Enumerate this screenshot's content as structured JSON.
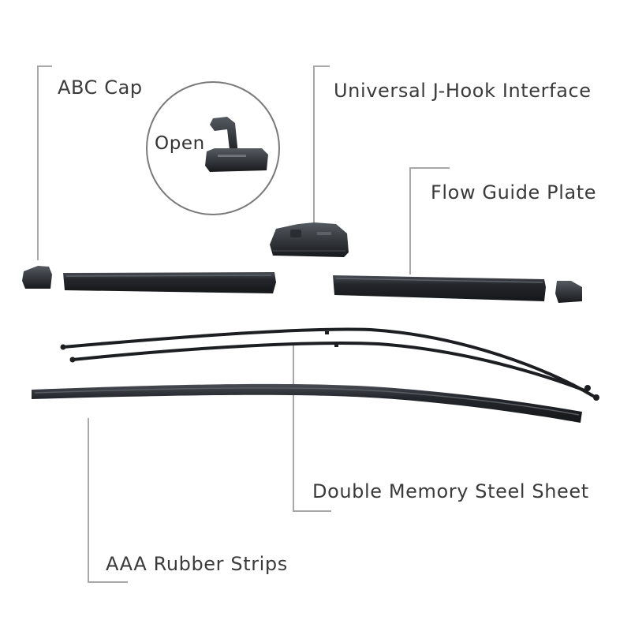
{
  "labels": {
    "abc_cap": "ABC Cap",
    "jhook": "Universal J-Hook Interface",
    "flow_guide": "Flow Guide Plate",
    "steel_sheet": "Double Memory Steel Sheet",
    "rubber_strips": "AAA Rubber Strips",
    "open": "Open"
  },
  "colors": {
    "part": "#1f2226",
    "part_highlight": "#4a4e55",
    "leader_line": "#a8a8a8",
    "text": "#3a3a3a",
    "circle_border": "#7a7a7a"
  }
}
